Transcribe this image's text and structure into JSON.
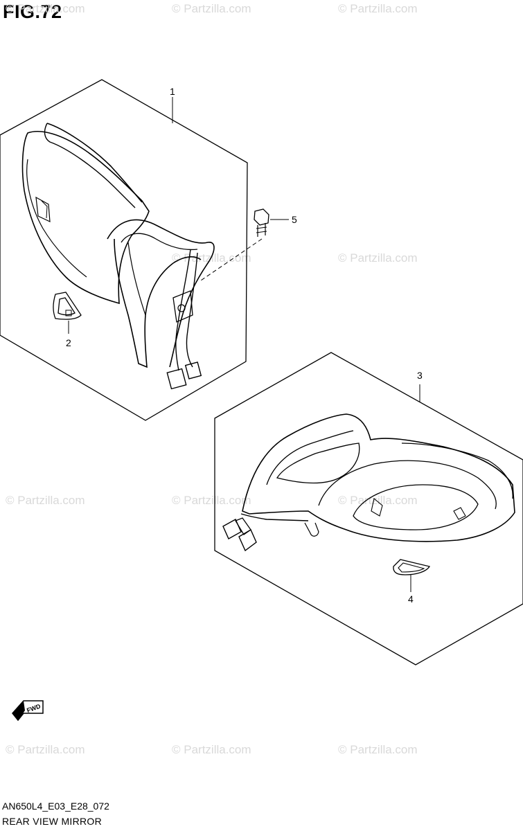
{
  "figure": {
    "title": "FIG.72"
  },
  "callouts": [
    "1",
    "2",
    "3",
    "4",
    "5"
  ],
  "watermark": "© Partzilla.com",
  "fwd_label": "FWD",
  "footer": {
    "code": "AN650L4_E03_E28_072",
    "name": "REAR VIEW MIRROR"
  },
  "icons": {
    "fwd": "fwd-arrow-icon"
  }
}
